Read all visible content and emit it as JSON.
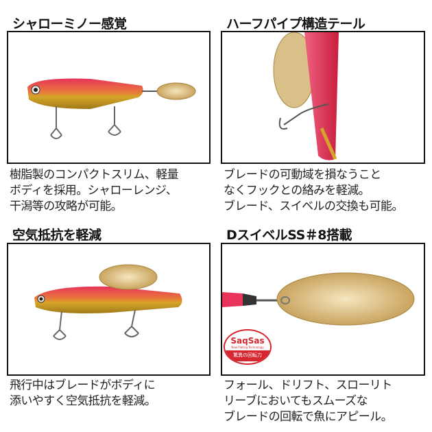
{
  "panels": [
    {
      "title": "シャローミノー感覚",
      "lines": [
        "樹脂製のコンパクトスリム、軽量",
        "ボディを採用。シャローレンジ、",
        "干潟等の攻略が可能。"
      ]
    },
    {
      "title": "ハーフパイプ構造テール",
      "lines": [
        "ブレードの可動域を損なうこと",
        "なくフックとの絡みを軽減。",
        "ブレード、スイベルの交換も可能。"
      ]
    },
    {
      "title": "空気抵抗を軽減",
      "lines": [
        "飛行中はブレードがボディに",
        "添いやすく空気抵抗を軽減。"
      ]
    },
    {
      "title": "DスイベルSS＃8搭載",
      "lines": [
        "フォール、ドリフト、スローリト",
        "リーブにおいてもスムーズな",
        "ブレードの回転で魚にアピール。"
      ]
    }
  ],
  "badge": {
    "logo": "SaqSas",
    "sub": "New Plating Technology",
    "tag": "驚異の回転力"
  },
  "colors": {
    "lure_pink": "#e8335a",
    "lure_gold": "#d4a52a",
    "blade_gold": "#e3c98a",
    "badge_red": "#d6262f"
  }
}
